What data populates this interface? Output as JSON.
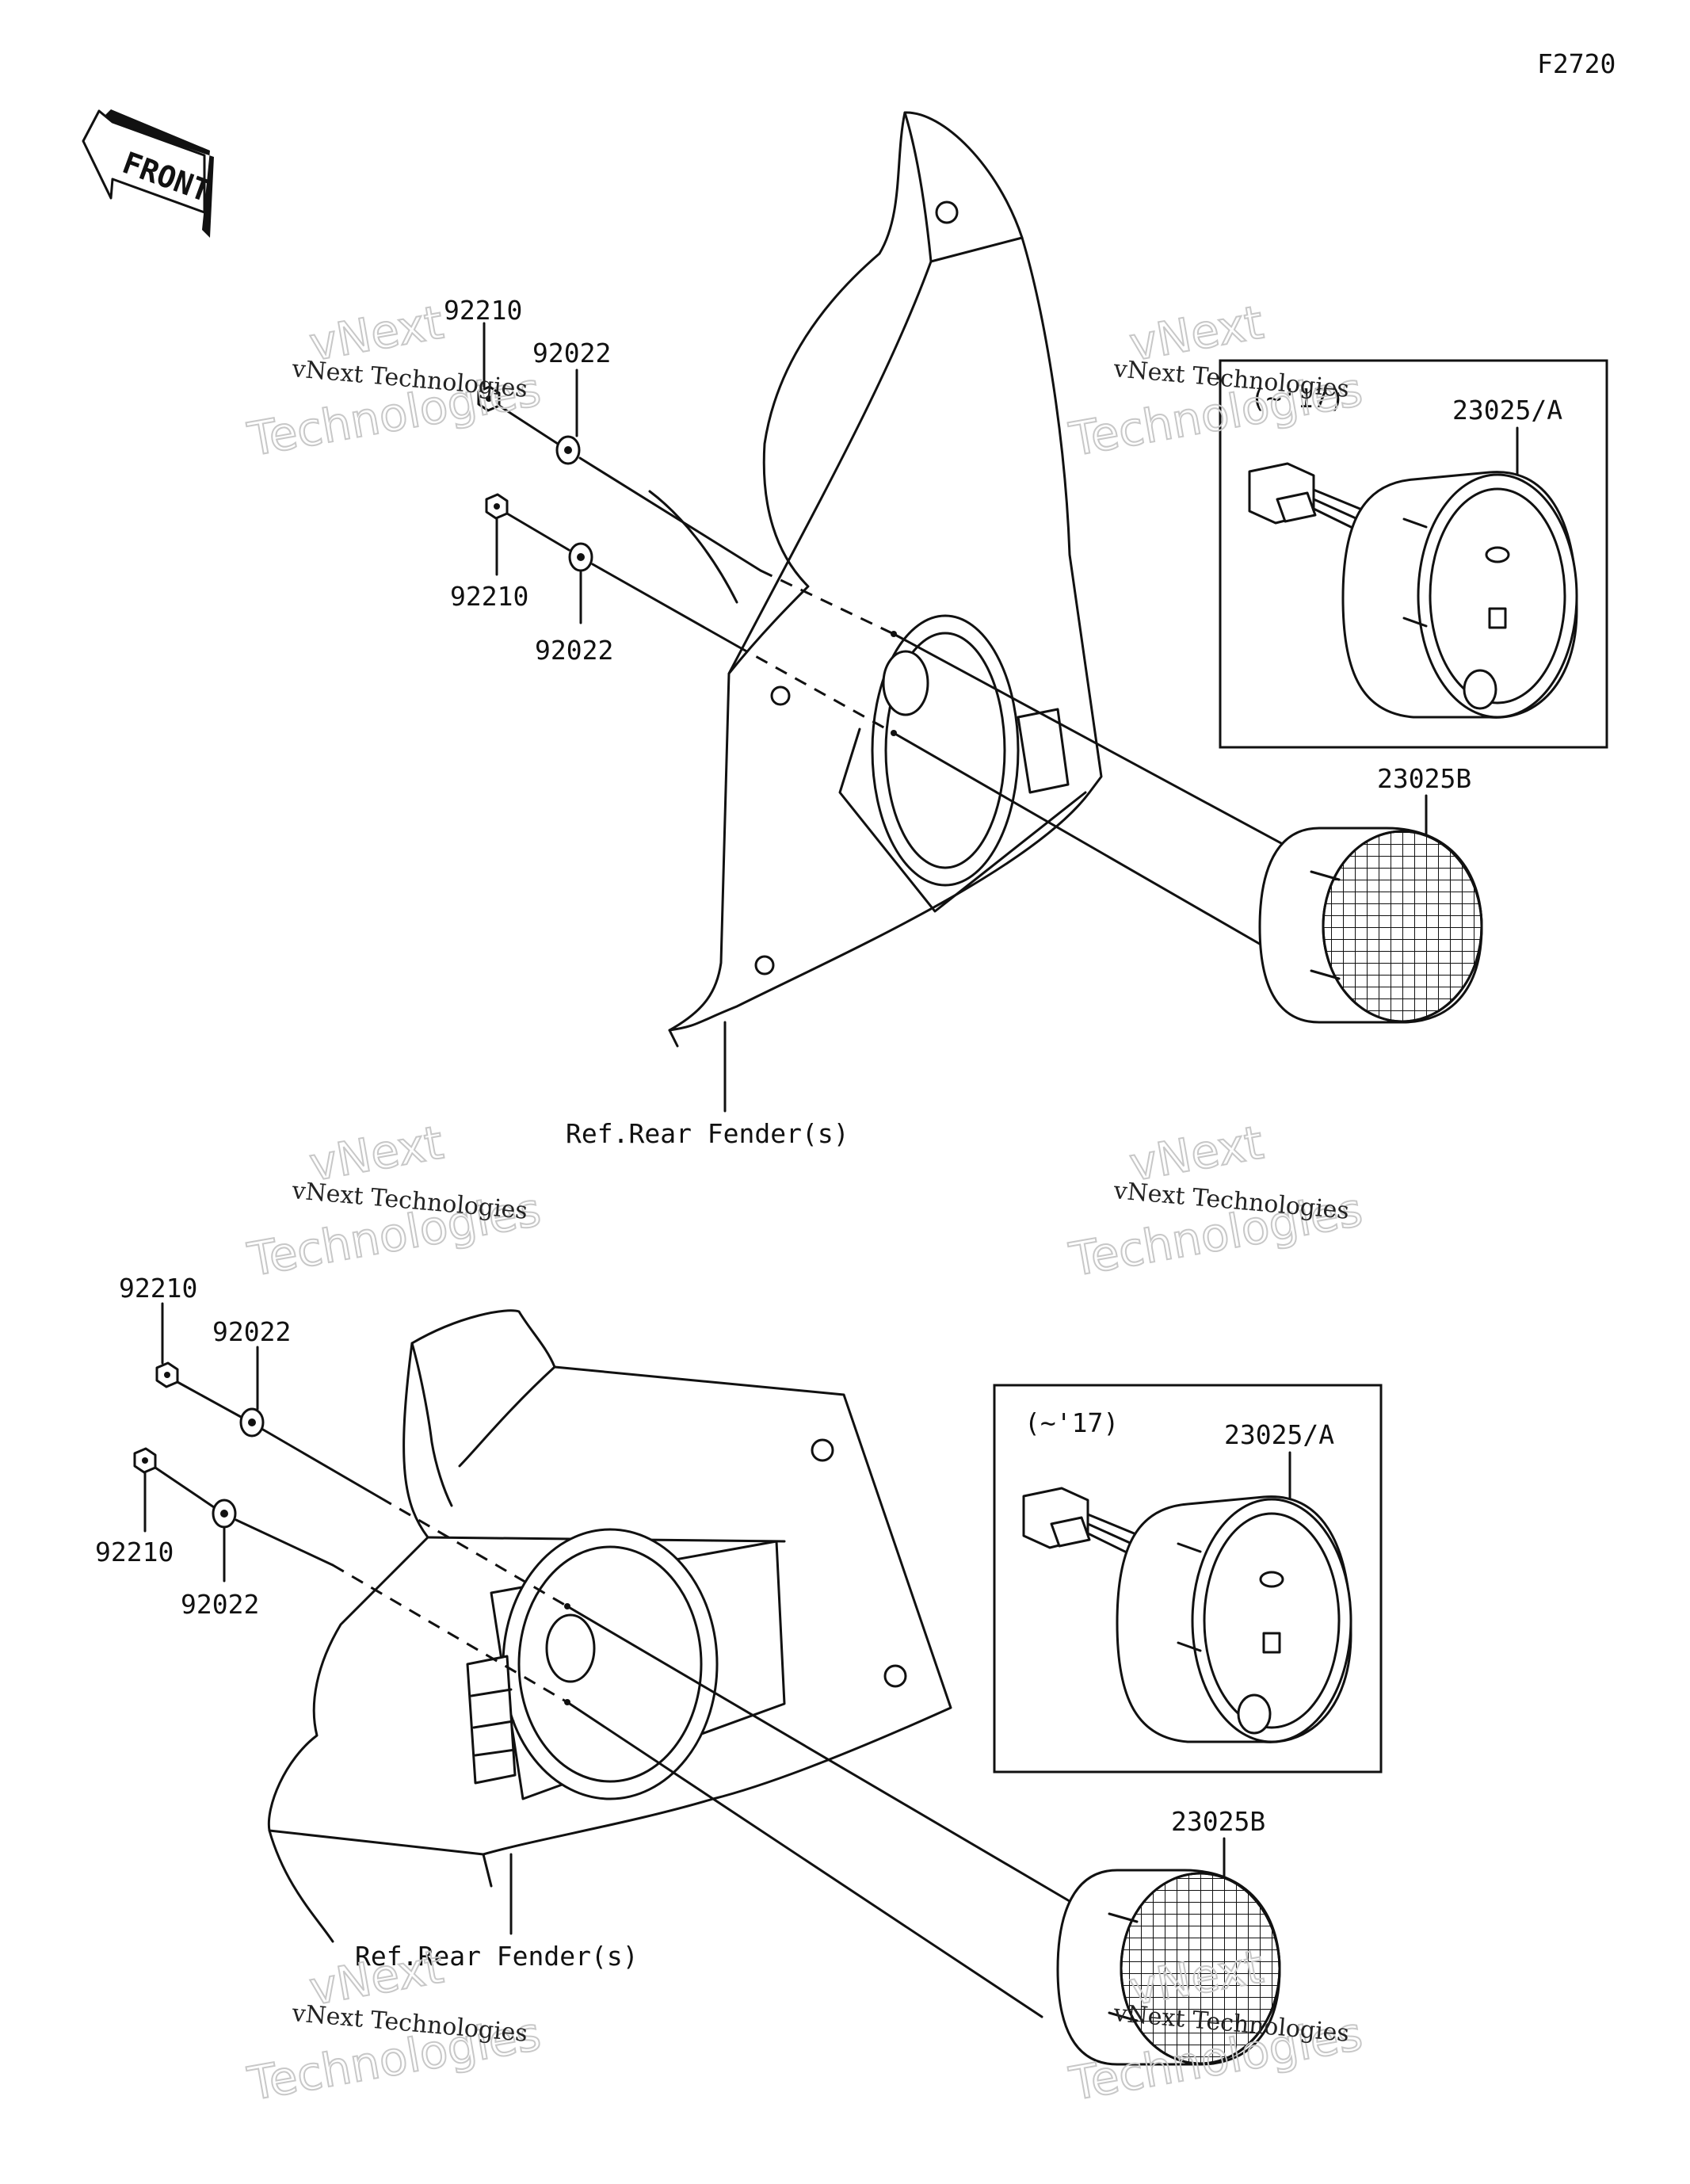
{
  "diagram_code": "F2720",
  "front_label": "FRONT",
  "watermark": {
    "brand_small": "vNext Technologies",
    "brand_top": "vNext",
    "brand_bottom": "Technologies"
  },
  "upper_assembly": {
    "nut_top": "92210",
    "washer_top": "92022",
    "nut_bottom": "92210",
    "washer_bottom": "92022",
    "box_condition": "(~'17)",
    "lamp_boxed": "23025/A",
    "lamp": "23025B",
    "ref": "Ref.Rear Fender(s)"
  },
  "lower_assembly": {
    "nut_top": "92210",
    "washer_top": "92022",
    "nut_bottom": "92210",
    "washer_bottom": "92022",
    "box_condition": "(~'17)",
    "lamp_boxed": "23025/A",
    "lamp": "23025B",
    "ref": "Ref.Rear Fender(s)"
  }
}
